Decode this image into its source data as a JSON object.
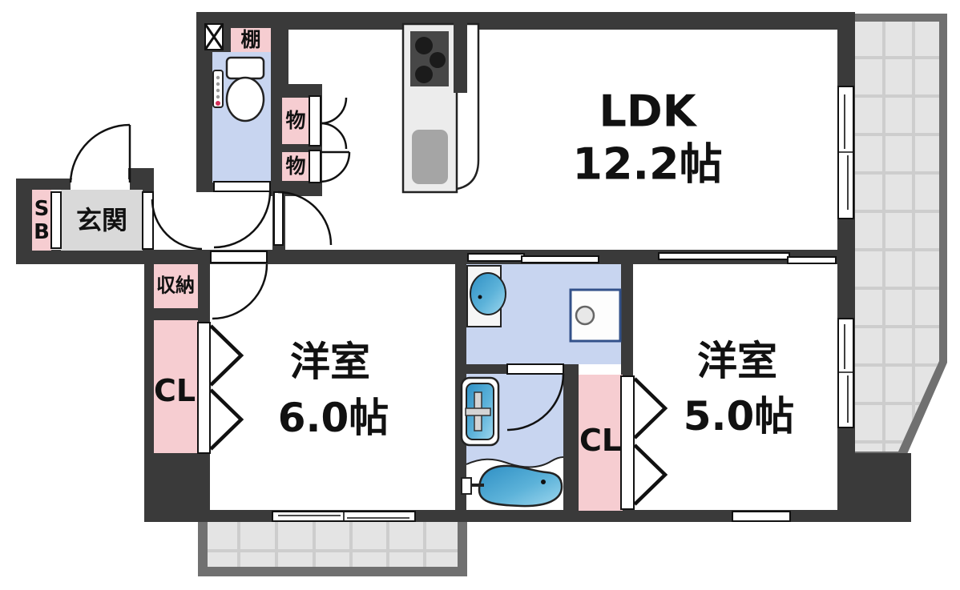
{
  "rooms": {
    "ldk": {
      "name": "LDK",
      "size": "12.2帖"
    },
    "bedroom1": {
      "name": "洋室",
      "size": "6.0帖"
    },
    "bedroom2": {
      "name": "洋室",
      "size": "5.0帖"
    }
  },
  "labels": {
    "entrance": "玄関",
    "shoe_box_line1": "S",
    "shoe_box_line2": "B",
    "shelf": "棚",
    "storage_upper": "物",
    "storage_lower": "物",
    "storage": "収納",
    "closet_left": "CL",
    "closet_right": "CL"
  },
  "colors": {
    "wall": "#3a3a3a",
    "closet_pink": "#f6cdd1",
    "wet_area_blue": "#c8d5f0",
    "entrance_gray": "#d9d9d9",
    "balcony_fill": "#e4e4e4",
    "balcony_border": "#707070",
    "balcony_grid": "#cdcdcd",
    "fixture_blue": "#3e9bc9",
    "text": "#111111"
  }
}
